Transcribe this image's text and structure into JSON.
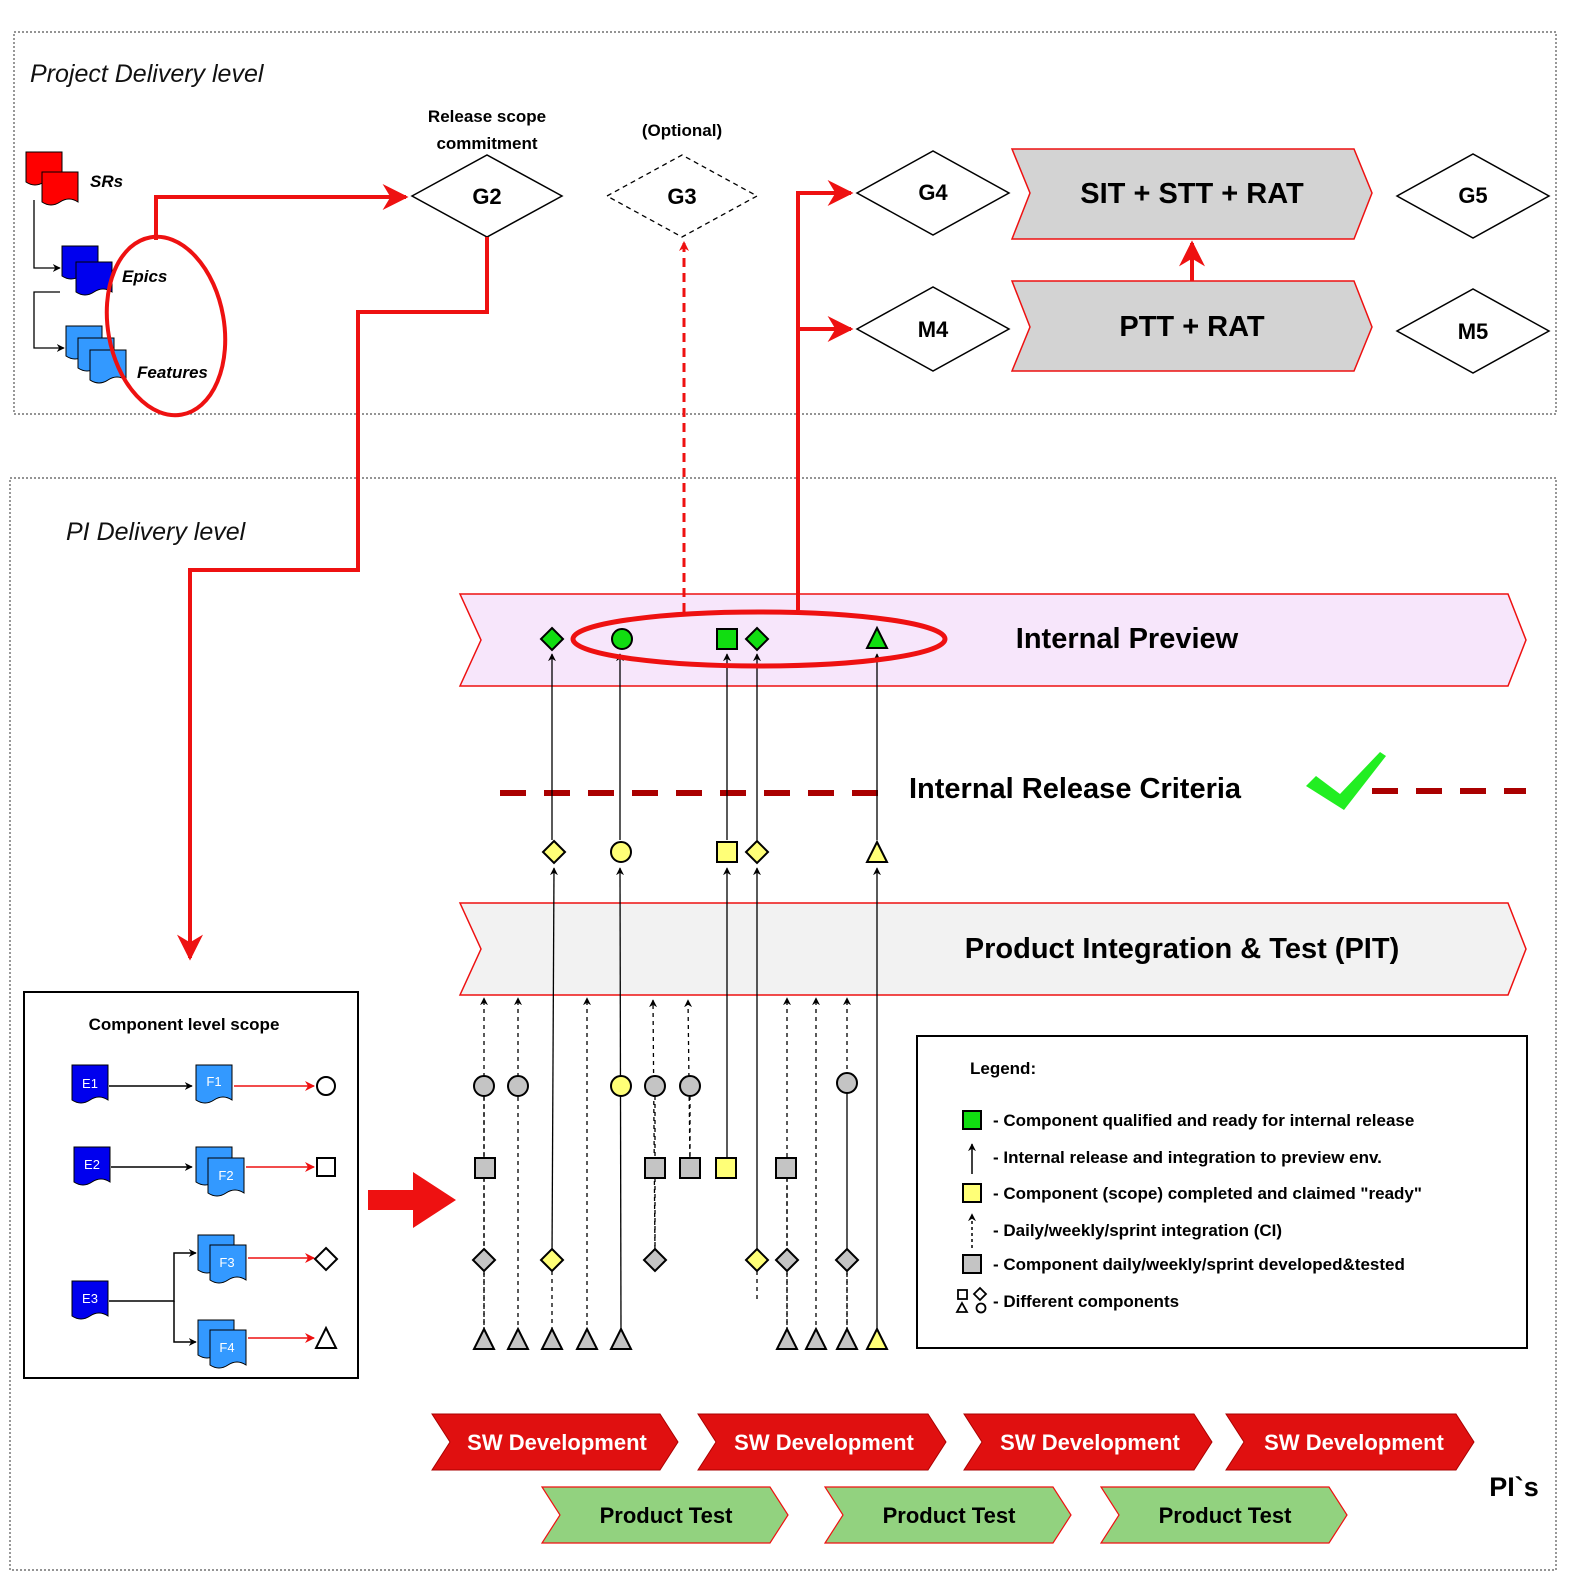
{
  "project_section": {
    "title": "Project Delivery level",
    "artifacts": {
      "srs": "SRs",
      "epics": "Epics",
      "features": "Features"
    },
    "gates": {
      "g2": "G2",
      "g2_caption_line1": "Release scope",
      "g2_caption_line2": "commitment",
      "g3": "G3",
      "g3_caption": "(Optional)",
      "g4": "G4",
      "g5": "G5",
      "m4": "M4",
      "m5": "M5"
    },
    "phases": {
      "sit": "SIT + STT + RAT",
      "ptt": "PTT + RAT"
    }
  },
  "pi_section": {
    "title": "PI Delivery level",
    "internal_preview": "Internal Preview",
    "release_criteria": "Internal Release Criteria",
    "pit": "Product Integration & Test (PIT)",
    "component_scope": {
      "title": "Component level scope",
      "e1": "E1",
      "e2": "E2",
      "e3": "E3",
      "f1": "F1",
      "f2": "F2",
      "f3": "F3",
      "f4": "F4"
    },
    "legend": {
      "title": "Legend:",
      "items": [
        "- Component qualified and ready for internal release",
        "- Internal release and integration to preview env.",
        "- Component (scope) completed and claimed \"ready\"",
        "- Daily/weekly/sprint integration (CI)",
        "- Component daily/weekly/sprint developed&tested",
        "- Different components"
      ]
    },
    "sw_development": [
      "SW Development",
      "SW Development",
      "SW Development",
      "SW Development"
    ],
    "product_test": [
      "Product Test",
      "Product Test",
      "Product Test"
    ],
    "pis_label": "PI`s"
  },
  "colors": {
    "accent_red": "#ee1111",
    "dark_red": "#aa0000",
    "sr_red": "#ff0000",
    "epic_blue": "#0000ee",
    "feature_blue": "#3399ff",
    "qualified_green": "#11dd11",
    "ready_yellow": "#ffff77",
    "developed_gray": "#c4c4c4",
    "preview_fill": "#f7e6fb",
    "pit_fill": "#f2f2f2",
    "phase_fill": "#d3d3d3",
    "sw_dev_fill": "#e01010",
    "product_test_fill": "#92d27f",
    "check_green": "#22ee22"
  }
}
